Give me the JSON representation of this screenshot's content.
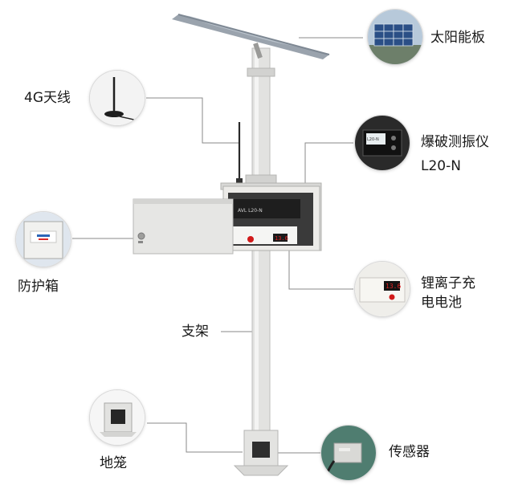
{
  "labels": {
    "solar_panel": "太阳能板",
    "antenna": "4G天线",
    "vibration_meter": "爆破测振仪",
    "vibration_meter_model": "L20-N",
    "protective_box": "防护箱",
    "battery_line1": "锂离子充",
    "battery_line2": "电电池",
    "bracket": "支架",
    "ground_cage": "地笼",
    "sensor": "传感器"
  },
  "device_text": {
    "meter_screen_label": "L20-N",
    "battery_reading": "13.6",
    "box_panel_reading": "13.6",
    "box_brand_text": "AVL  L20-N"
  },
  "colors": {
    "leader_line": "#8a8a8a",
    "panel_blue": "#2b4f86",
    "pole": "#e2e2e0",
    "box": "#e8e8e6",
    "display_red": "#e02020"
  }
}
